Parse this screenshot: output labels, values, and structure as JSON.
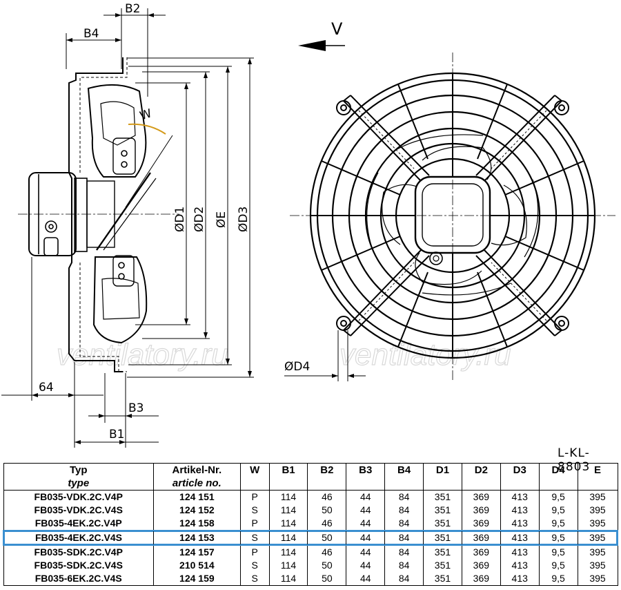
{
  "drawing": {
    "view_label": "V",
    "dims": {
      "b1": "B1",
      "b2": "B2",
      "b3": "B3",
      "b4": "B4",
      "d1": "ØD1",
      "d2": "ØD2",
      "e": "ØE",
      "d3": "ØD3",
      "d4": "ØD4",
      "w": "W",
      "dim64": "64"
    },
    "watermark": "ventilatory.ru",
    "code": "L-KL-8803"
  },
  "table": {
    "headers": {
      "type": "Typ",
      "type_en": "type",
      "article": "Artikel-Nr.",
      "article_en": "article no.",
      "w": "W",
      "b1": "B1",
      "b2": "B2",
      "b3": "B3",
      "b4": "B4",
      "d1": "D1",
      "d2": "D2",
      "d3": "D3",
      "d4": "D4",
      "e": "E"
    },
    "rows": [
      {
        "type": "FB035-VDK.2C.V4P",
        "article": "124 151",
        "w": "P",
        "b1": "114",
        "b2": "46",
        "b3": "44",
        "b4": "84",
        "d1": "351",
        "d2": "369",
        "d3": "413",
        "d4": "9,5",
        "e": "395"
      },
      {
        "type": "FB035-VDK.2C.V4S",
        "article": "124 152",
        "w": "S",
        "b1": "114",
        "b2": "50",
        "b3": "44",
        "b4": "84",
        "d1": "351",
        "d2": "369",
        "d3": "413",
        "d4": "9,5",
        "e": "395"
      },
      {
        "type": "FB035-4EK.2C.V4P",
        "article": "124 158",
        "w": "P",
        "b1": "114",
        "b2": "46",
        "b3": "44",
        "b4": "84",
        "d1": "351",
        "d2": "369",
        "d3": "413",
        "d4": "9,5",
        "e": "395"
      },
      {
        "type": "FB035-4EK.2C.V4S",
        "article": "124 153",
        "w": "S",
        "b1": "114",
        "b2": "50",
        "b3": "44",
        "b4": "84",
        "d1": "351",
        "d2": "369",
        "d3": "413",
        "d4": "9,5",
        "e": "395"
      },
      {
        "type": "FB035-SDK.2C.V4P",
        "article": "124 157",
        "w": "P",
        "b1": "114",
        "b2": "46",
        "b3": "44",
        "b4": "84",
        "d1": "351",
        "d2": "369",
        "d3": "413",
        "d4": "9,5",
        "e": "395"
      },
      {
        "type": "FB035-SDK.2C.V4S",
        "article": "210 514",
        "w": "S",
        "b1": "114",
        "b2": "50",
        "b3": "44",
        "b4": "84",
        "d1": "351",
        "d2": "369",
        "d3": "413",
        "d4": "9,5",
        "e": "395"
      },
      {
        "type": "FB035-6EK.2C.V4S",
        "article": "124 159",
        "w": "S",
        "b1": "114",
        "b2": "50",
        "b3": "44",
        "b4": "84",
        "d1": "351",
        "d2": "369",
        "d3": "413",
        "d4": "9,5",
        "e": "395"
      }
    ],
    "highlight_row": 3,
    "highlight_color": "#3a8fd0"
  }
}
